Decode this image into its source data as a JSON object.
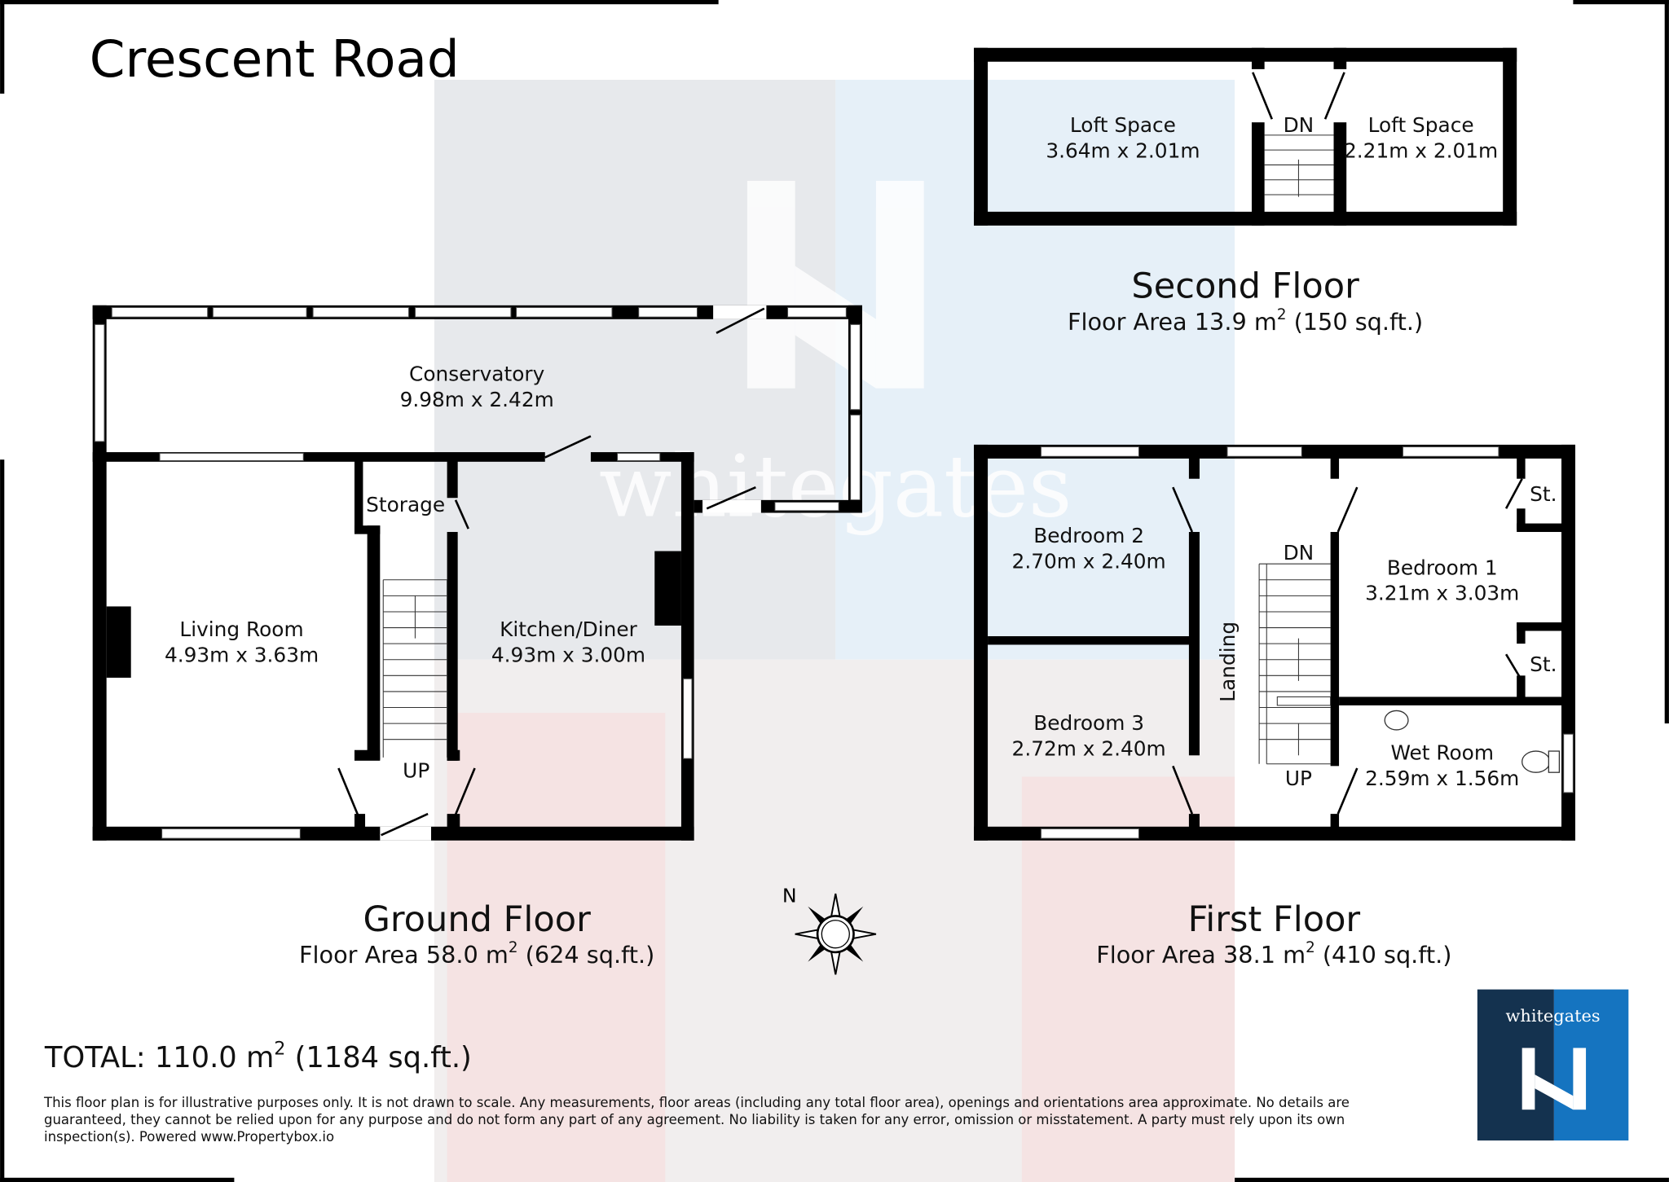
{
  "title": "Crescent Road",
  "watermark": {
    "text": "whitegates"
  },
  "second_floor": {
    "name": "Second Floor",
    "area_prefix": "Floor Area 13.9 m",
    "area_sup": "2",
    "area_suffix": " (150 sq.ft.)",
    "rooms": [
      {
        "name": "Loft Space",
        "size": "3.64m x 2.01m"
      },
      {
        "name": "Loft Space",
        "size": "2.21m x 2.01m"
      }
    ],
    "stair_label": "DN"
  },
  "ground_floor": {
    "name": "Ground Floor",
    "area_prefix": "Floor Area 58.0 m",
    "area_sup": "2",
    "area_suffix": " (624 sq.ft.)",
    "rooms": [
      {
        "name": "Conservatory",
        "size": "9.98m x 2.42m"
      },
      {
        "name": "Living Room",
        "size": "4.93m x 3.63m"
      },
      {
        "name": "Kitchen/Diner",
        "size": "4.93m x 3.00m"
      },
      {
        "name": "Storage"
      }
    ],
    "stair_label": "UP"
  },
  "first_floor": {
    "name": "First Floor",
    "area_prefix": "Floor Area 38.1 m",
    "area_sup": "2",
    "area_suffix": " (410 sq.ft.)",
    "rooms": [
      {
        "name": "Bedroom 2",
        "size": "2.70m x 2.40m"
      },
      {
        "name": "Bedroom 3",
        "size": "2.72m x 2.40m"
      },
      {
        "name": "Bedroom 1",
        "size": "3.21m x 3.03m"
      },
      {
        "name": "Wet Room",
        "size": "2.59m x 1.56m"
      },
      {
        "name": "Landing"
      },
      {
        "name": "St."
      },
      {
        "name": "St."
      }
    ],
    "stair_down": "DN",
    "stair_up": "UP"
  },
  "compass": {
    "north_label": "N"
  },
  "total": {
    "prefix": "TOTAL: 110.0 m",
    "sup": "2",
    "suffix": " (1184 sq.ft.)"
  },
  "disclaimer": "This floor plan is for illustrative purposes only. It is not drawn to scale. Any measurements, floor areas (including any total floor area), openings and orientations area approximate. No details are guaranteed, they cannot be relied upon for any purpose and do not form any part of any agreement. No liability is taken for any error, omission or misstatement. A party must rely upon its own inspection(s). Powered www.Propertybox.io",
  "logo": {
    "text": "whitegates",
    "colors": {
      "dark": "#14324f",
      "blue": "#1574c0"
    }
  }
}
